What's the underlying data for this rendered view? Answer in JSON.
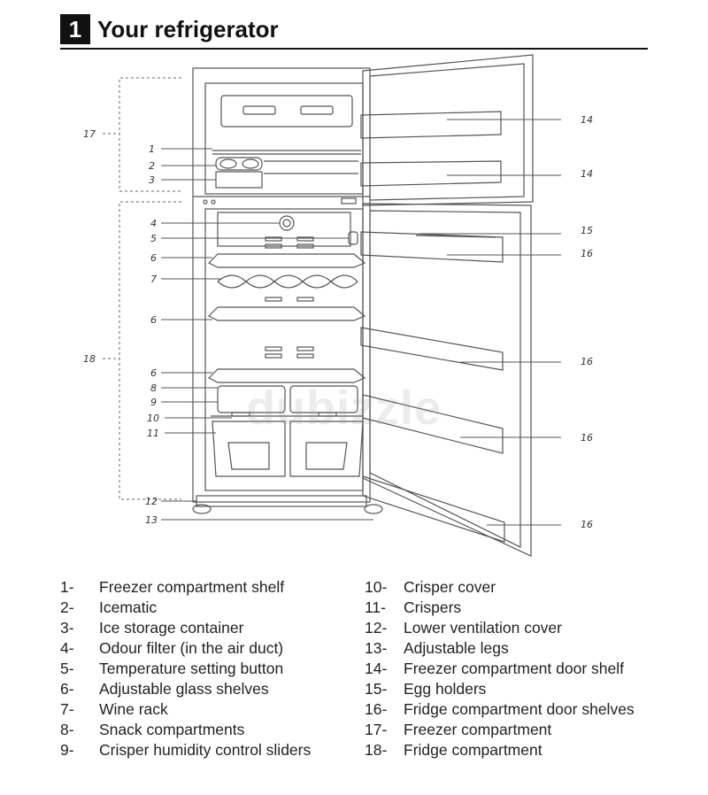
{
  "header": {
    "section_number": "1",
    "title": "Your refrigerator"
  },
  "watermark": "dubizzle",
  "callouts": {
    "c1": "1",
    "c2": "2",
    "c3": "3",
    "c4": "4",
    "c5": "5",
    "c6": "6",
    "c7": "7",
    "c8": "8",
    "c9": "9",
    "c10": "10",
    "c11": "11",
    "c12": "12",
    "c13": "13",
    "c14": "14",
    "c15": "15",
    "c16": "16",
    "c17": "17",
    "c18": "18"
  },
  "legend_left": [
    {
      "num": "1-",
      "label": "Freezer compartment shelf"
    },
    {
      "num": "2-",
      "label": "Icematic"
    },
    {
      "num": "3-",
      "label": "Ice storage container"
    },
    {
      "num": "4-",
      "label": "Odour filter (in the air duct)"
    },
    {
      "num": "5-",
      "label": "Temperature setting button"
    },
    {
      "num": "6-",
      "label": "Adjustable glass shelves"
    },
    {
      "num": "7-",
      "label": "Wine rack"
    },
    {
      "num": "8-",
      "label": "Snack compartments"
    },
    {
      "num": "9-",
      "label": "Crisper humidity control sliders"
    }
  ],
  "legend_right": [
    {
      "num": "10-",
      "label": "Crisper cover"
    },
    {
      "num": "11-",
      "label": "Crispers"
    },
    {
      "num": "12-",
      "label": "Lower ventilation cover"
    },
    {
      "num": "13-",
      "label": "Adjustable legs"
    },
    {
      "num": "14-",
      "label": "Freezer compartment door shelf"
    },
    {
      "num": "15-",
      "label": "Egg holders"
    },
    {
      "num": "16-",
      "label": "Fridge compartment door shelves"
    },
    {
      "num": "17-",
      "label": "Freezer compartment"
    },
    {
      "num": "18-",
      "label": "Fridge compartment"
    }
  ]
}
